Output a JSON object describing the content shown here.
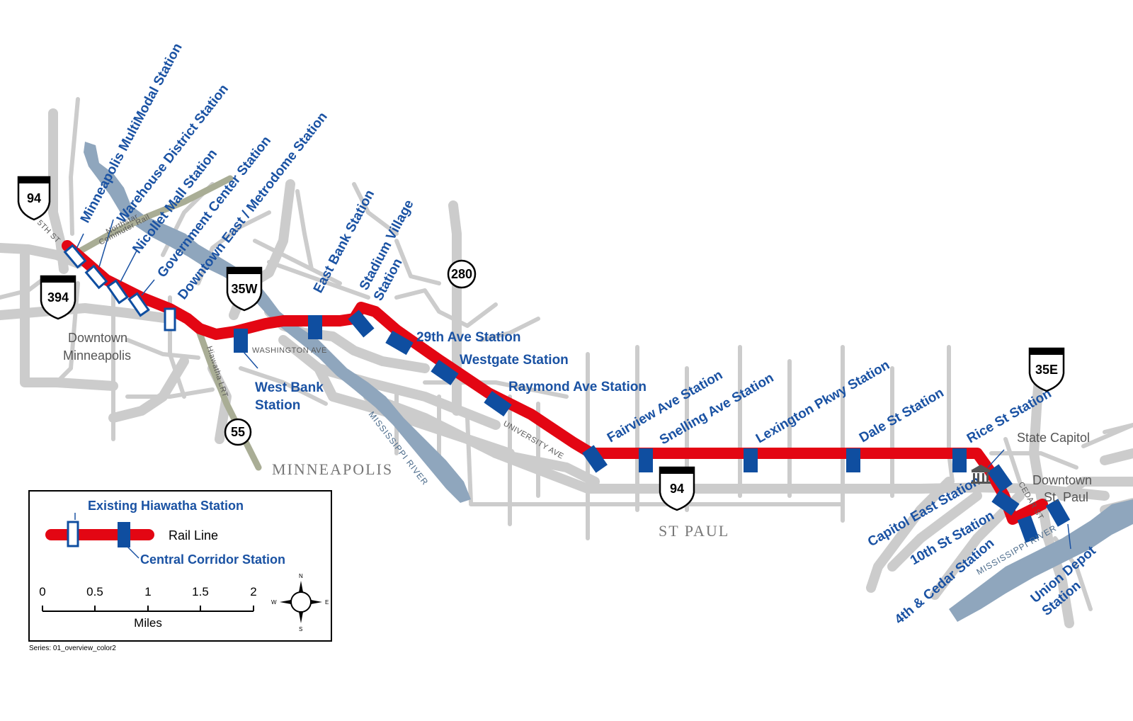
{
  "colors": {
    "rail_line": "#e30613",
    "station_fill": "#0f4ea0",
    "station_label": "#1a52a3",
    "road": "#cccccc",
    "river": "#8fa6bd",
    "commuter_rail": "#a9ad95"
  },
  "stations": {
    "minneapolis_multimodal": "Minneapolis MultiModal Station",
    "warehouse_district": "Warehouse District Station",
    "nicollet_mall": "Nicollet Mall Station",
    "government_center": "Government Center Station",
    "downtown_east": "Downtown East / Metrodome Station",
    "west_bank_1": "West Bank",
    "west_bank_2": "Station",
    "east_bank": "East Bank Station",
    "stadium_village_1": "Stadium Village",
    "stadium_village_2": "Station",
    "ave29": "29th Ave Station",
    "westgate": "Westgate Station",
    "raymond": "Raymond Ave Station",
    "fairview": "Fairview Ave Station",
    "snelling": "Snelling Ave Station",
    "lexington": "Lexington Pkwy Station",
    "dale": "Dale St Station",
    "rice": "Rice St Station",
    "capitol_east": "Capitol East Station",
    "tenth": "10th St Station",
    "fourth_cedar": "4th & Cedar Station",
    "union_depot_1": "Union Depot",
    "union_depot_2": "Station"
  },
  "places": {
    "downtown_minneapolis_1": "Downtown",
    "downtown_minneapolis_2": "Minneapolis",
    "minneapolis": "MINNEAPOLIS",
    "st_paul": "ST PAUL",
    "state_capitol": "State Capitol",
    "downtown_st_paul_1": "Downtown",
    "downtown_st_paul_2": "St. Paul"
  },
  "roads": {
    "fifth_st": "5TH ST",
    "washington_ave": "WASHINGTON AVE",
    "university_ave": "UNIVERSITY AVE",
    "cedar_st": "CEDAR ST",
    "hiawatha_lrt": "Hiawatha LRT",
    "northstar_1": "Northstar",
    "northstar_2": "Commuter Rail",
    "mississippi_river": "MISSISSIPPI RIVER"
  },
  "shields": {
    "i94_west": "94",
    "i394": "394",
    "i35w": "35W",
    "hwy280": "280",
    "hwy55": "55",
    "i94_east": "94",
    "i35e": "35E"
  },
  "legend": {
    "existing": "Existing Hiawatha Station",
    "rail_line": "Rail Line",
    "central": "Central Corridor Station",
    "scale_ticks": [
      "0",
      "0.5",
      "1",
      "1.5",
      "2"
    ],
    "scale_unit": "Miles",
    "compass": {
      "n": "N",
      "s": "S",
      "e": "E",
      "w": "W"
    }
  },
  "footer": "Series: 01_overview_color2"
}
